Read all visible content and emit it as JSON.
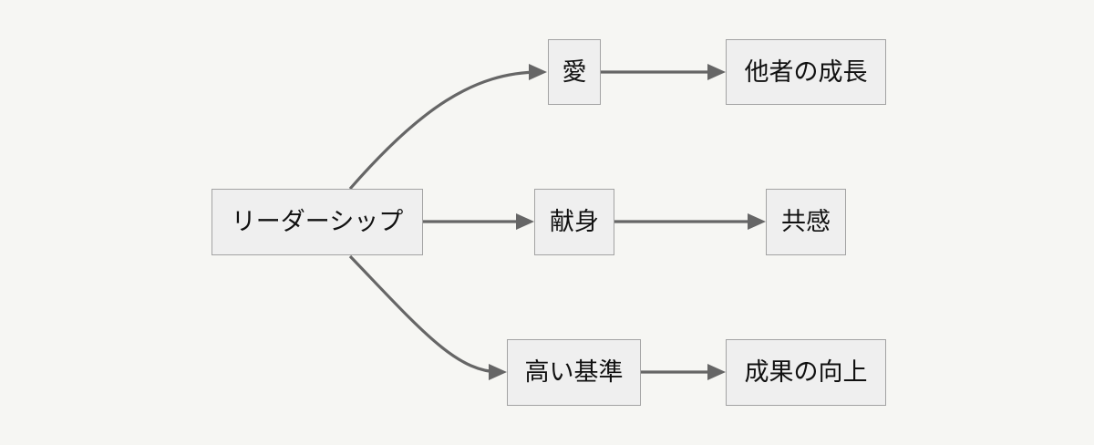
{
  "diagram": {
    "type": "flowchart",
    "direction": "left-to-right",
    "colors": {
      "background": "#f6f6f3",
      "node_fill": "#efefef",
      "node_border": "#a3a3a3",
      "edge": "#666666",
      "text": "#111111"
    },
    "nodes": {
      "leadership": "リーダーシップ",
      "love": "愛",
      "growth_of_others": "他者の成長",
      "devotion": "献身",
      "empathy": "共感",
      "high_standards": "高い基準",
      "improved_results": "成果の向上"
    },
    "edges": [
      {
        "from": "leadership",
        "to": "love"
      },
      {
        "from": "leadership",
        "to": "devotion"
      },
      {
        "from": "leadership",
        "to": "high_standards"
      },
      {
        "from": "love",
        "to": "growth_of_others"
      },
      {
        "from": "devotion",
        "to": "empathy"
      },
      {
        "from": "high_standards",
        "to": "improved_results"
      }
    ]
  }
}
